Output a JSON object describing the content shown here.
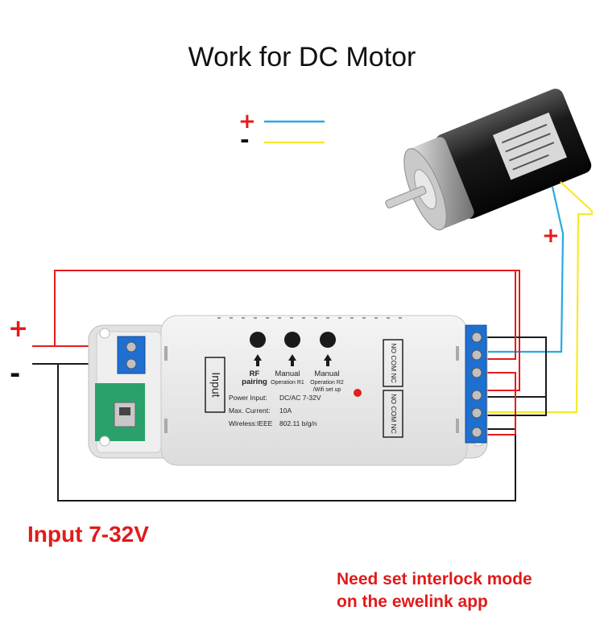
{
  "title": "Work for DC Motor",
  "legend": {
    "plus_sign": "+",
    "minus_sign": "-",
    "plus_color": "#29a9e1",
    "minus_color": "#f7e92a"
  },
  "input_signs": {
    "plus": "+",
    "minus": "-"
  },
  "motor_sign": "+",
  "input_label": "Input 7-32V",
  "note": {
    "line1": "Need set interlock mode",
    "line2": "on the ewelink app"
  },
  "device": {
    "input_text": "Input",
    "buttons": [
      {
        "label1": "RF",
        "label2": "pairing"
      },
      {
        "label1": "Manual",
        "label2": "Operation R1"
      },
      {
        "label1": "Manual",
        "label2": "Operation R2",
        "label3": "/Wifi set up"
      }
    ],
    "specs": [
      {
        "key": "Power Input:",
        "value": "DC/AC 7-32V"
      },
      {
        "key": "Max. Current:",
        "value": "10A"
      },
      {
        "key": "Wireless:IEEE",
        "value": "802.11 b/g/n"
      }
    ],
    "terminal_label_top": "NO COM NC",
    "terminal_label_bottom": "NO COM NC"
  },
  "colors": {
    "wire_red": "#e41b1b",
    "wire_black": "#1a1a1a",
    "wire_blue": "#29a9e1",
    "wire_yellow": "#f7e92a",
    "led": "#e02020"
  }
}
